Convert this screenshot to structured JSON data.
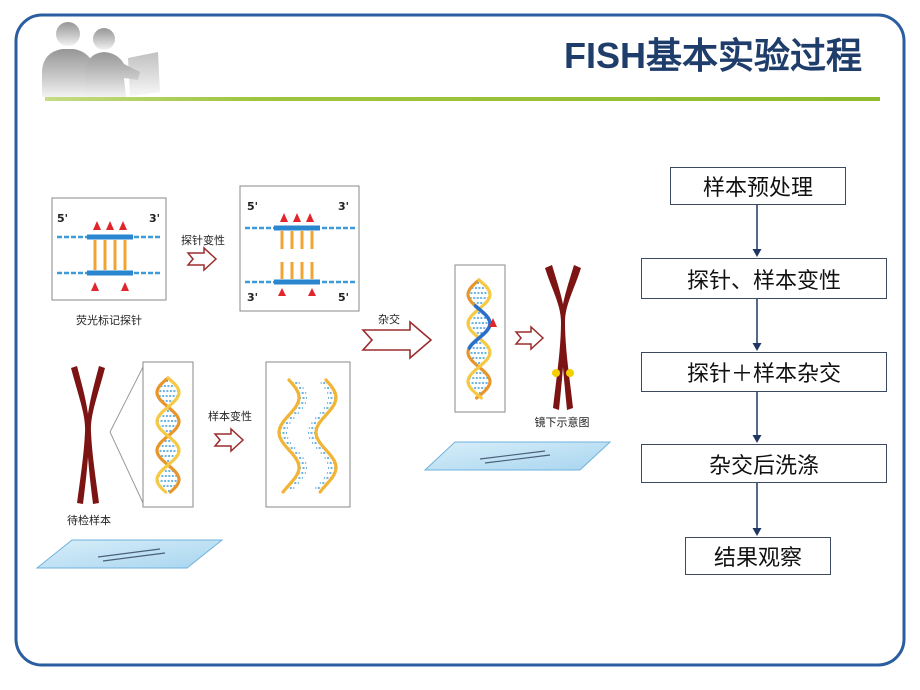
{
  "slide": {
    "title": "FISH基本实验过程"
  },
  "diagram": {
    "end_5": "5'",
    "end_3": "3'",
    "probe_caption": "荧光标记探针",
    "probe_denature_label": "探针变性",
    "sample_caption": "待检样本",
    "sample_denature_label": "样本变性",
    "hybridization_label": "杂交",
    "microscope_caption": "镜下示意图"
  },
  "flow": {
    "steps": [
      {
        "label": "样本预处理"
      },
      {
        "label": "探针、样本变性"
      },
      {
        "label": "探针＋样本杂交"
      },
      {
        "label": "杂交后洗涤"
      },
      {
        "label": "结果观察"
      }
    ]
  },
  "colors": {
    "frame": "#2b5ea1",
    "title": "#1f3d6b",
    "accent_line": "#9cc43d",
    "chromosome": "#7d1414",
    "probe": "#2a86cf",
    "fluorescent_marker": "#e0262b",
    "flow_arrow": "#1f3763"
  }
}
